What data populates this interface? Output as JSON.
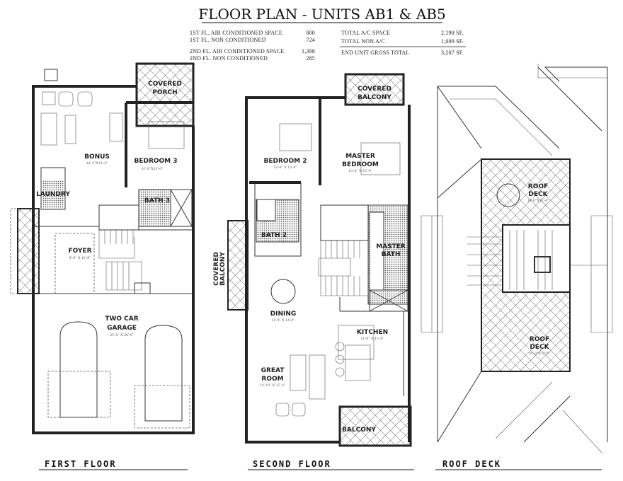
{
  "title": "FLOOR PLAN - UNITS AB1 & AB5",
  "area_table": {
    "left": [
      {
        "label": "1ST FL. AIR CONDITIONED SPACE",
        "value": "800"
      },
      {
        "label": "1ST FL. NON CONDITIONED",
        "value": "724"
      },
      {
        "label": "2ND FL. AIR CONDITIONED SPACE",
        "value": "1,398"
      },
      {
        "label": "2ND FL. NON CONDITIONED",
        "value": "285"
      }
    ],
    "right": [
      {
        "label": "TOTAL A/C SPACE",
        "value": "2,198 SF."
      },
      {
        "label": "TOTAL NON A/C",
        "value": "1,009 SF."
      },
      {
        "label": "END UNIT GROSS TOTAL",
        "value": "3,207 SF."
      }
    ]
  },
  "first_floor": {
    "label": "FIRST FLOOR",
    "rooms": {
      "covered_porch": [
        "COVERED",
        "PORCH"
      ],
      "bonus": {
        "name": "BONUS",
        "dims": "14'-4\"X13'-4\""
      },
      "bedroom3": {
        "name": "BEDROOM 3",
        "dims": "11'-0\"X12'-0\""
      },
      "laundry": "LAUNDRY",
      "bath3": "BATH 3",
      "foyer": {
        "name": "FOYER",
        "dims": "8'-6\" X 11'-8\""
      },
      "garage": {
        "name": [
          "TWO CAR",
          "GARAGE"
        ],
        "dims": "25'-6\" X 20'-0\""
      }
    }
  },
  "second_floor": {
    "label": "SECOND FLOOR",
    "rooms": {
      "covered_balcony_top": [
        "COVERED",
        "BALCONY"
      ],
      "bedroom2": {
        "name": "BEDROOM 2",
        "dims": "12'-0\" X 13'-0\""
      },
      "master_bedroom": {
        "name": [
          "MASTER",
          "BEDROOM"
        ],
        "dims": "13'-4\" X 15'-0\""
      },
      "bath2": "BATH 2",
      "master_bath": [
        "MASTER",
        "BATH"
      ],
      "covered_balcony_side": [
        "COVERED",
        "BALCONY"
      ],
      "dining": {
        "name": "DINING",
        "dims": "11'-0\" X 14'-0\""
      },
      "kitchen": {
        "name": "KITCHEN",
        "dims": "11'-0\" X 15'-8\""
      },
      "great_room": {
        "name": [
          "GREAT",
          "ROOM"
        ],
        "dims": "14'-10\" X 15'-4\""
      },
      "balcony": "BALCONY"
    }
  },
  "roof_deck": {
    "label": "ROOF DECK",
    "rooms": {
      "deck_upper": {
        "name": [
          "ROOF",
          "DECK"
        ],
        "dims": "10'-0\"X12'-6\""
      },
      "deck_lower": {
        "name": [
          "ROOF",
          "DECK"
        ],
        "dims": "10'-0\"X12'-6\""
      }
    }
  }
}
